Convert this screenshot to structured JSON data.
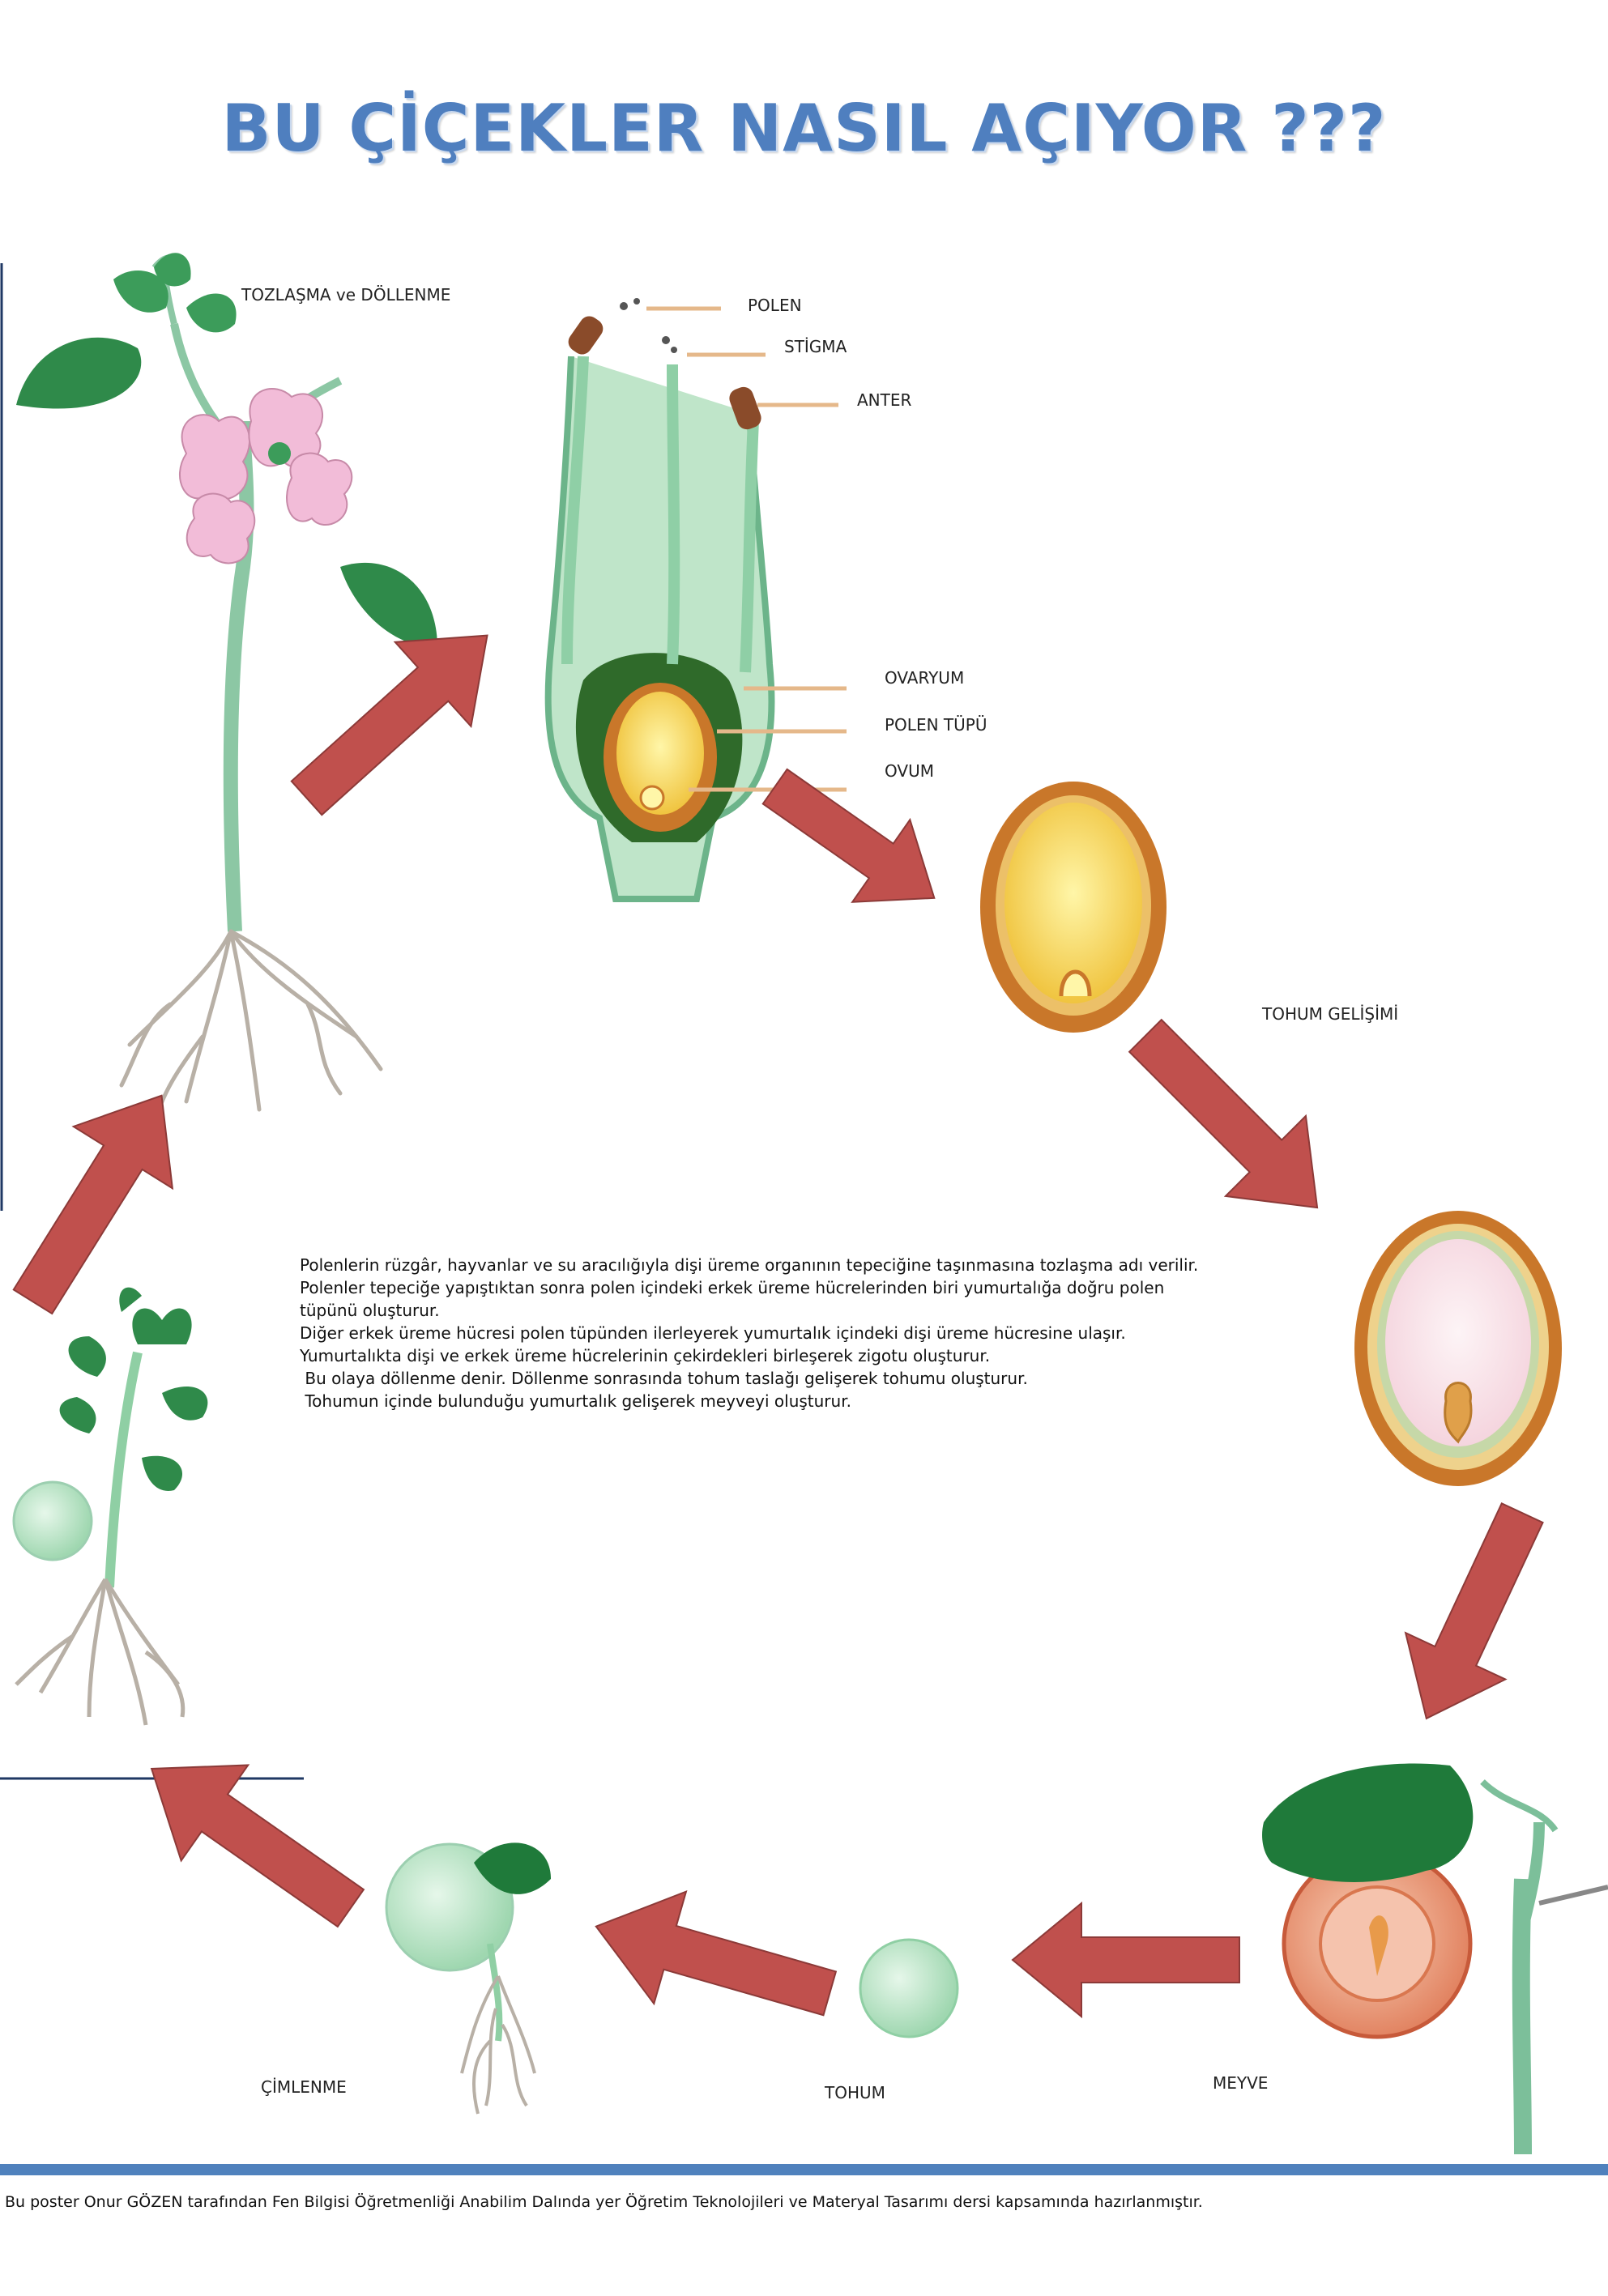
{
  "title": "BU ÇİÇEKLER NASIL AÇIYOR ???",
  "labels": {
    "pollination": "TOZLAŞMA ve DÖLLENME",
    "pollen": "POLEN",
    "stigma": "STİGMA",
    "anther": "ANTER",
    "ovary": "OVARYUM",
    "pollen_tube": "POLEN TÜPÜ",
    "ovum": "OVUM",
    "seed_development": "TOHUM GELİŞİMİ",
    "fruit": "MEYVE",
    "seed": "TOHUM",
    "germination": "ÇİMLENME"
  },
  "description": [
    "Polenlerin rüzgâr, hayvanlar ve su aracılığıyla dişi üreme organının tepeciğine taşınmasına tozlaşma adı verilir.",
    "Polenler tepeciğe yapıştıktan sonra polen içindeki erkek üreme hücrelerinden biri yumurtalığa doğru polen",
    "tüpünü oluşturur.",
    "Diğer erkek üreme hücresi polen tüpünden ilerleyerek yumurtalık içindeki dişi üreme hücresine ulaşır.",
    "Yumurtalıkta dişi ve erkek üreme hücrelerinin çekirdekleri birleşerek zigotu oluşturur.",
    " Bu olaya döllenme denir. Döllenme sonrasında tohum taslağı gelişerek tohumu oluşturur.",
    " Tohumun içinde bulunduğu yumurtalık gelişerek meyveyi oluşturur."
  ],
  "footer": "Bu poster Onur GÖZEN tarafından Fen Bilgisi Öğretmenliği Anabilim Dalında yer Öğretim Teknolojileri ve Materyal Tasarımı dersi kapsamında hazırlanmıştır.",
  "colors": {
    "title": "#4f7fbf",
    "arrow": "#c0504d",
    "footer_bar": "#4f81bd",
    "stem": "#7cbf9a",
    "ovary_green": "#2e6e2e",
    "ovule_orange": "#c9772a",
    "ovule_yellow": "#f3cf57",
    "petal_pink": "#f0b8d8"
  },
  "icons": [
    "flowering-plant",
    "pistil-cross-section",
    "ovule",
    "developing-seed",
    "fruit",
    "seed",
    "germinating-seed",
    "seedling"
  ]
}
